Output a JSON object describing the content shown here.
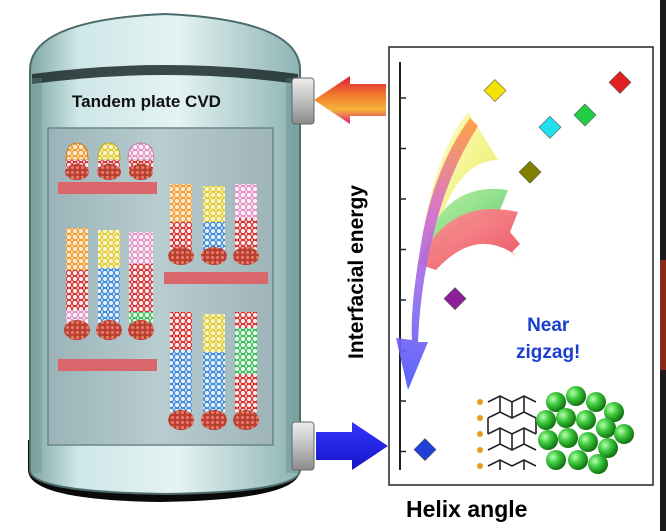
{
  "reactor": {
    "title": "Tandem plate CVD"
  },
  "plot": {
    "ylabel": "Interfacial energy",
    "xlabel": "Helix angle",
    "annotation_line1": "Near",
    "annotation_line2": "zigzag!",
    "y_ticks": 8,
    "points": [
      {
        "name": "point-blue",
        "color": "#1f3fd6",
        "x": 0.1,
        "y": 0.05
      },
      {
        "name": "point-purple",
        "color": "#8e1f9a",
        "x": 0.22,
        "y": 0.42
      },
      {
        "name": "point-olive",
        "color": "#808000",
        "x": 0.52,
        "y": 0.73
      },
      {
        "name": "point-cyan",
        "color": "#20e0f0",
        "x": 0.6,
        "y": 0.84
      },
      {
        "name": "point-green",
        "color": "#22cc44",
        "x": 0.74,
        "y": 0.87
      },
      {
        "name": "point-yellow",
        "color": "#f5e000",
        "x": 0.38,
        "y": 0.93
      },
      {
        "name": "point-red",
        "color": "#e02020",
        "x": 0.88,
        "y": 0.95
      }
    ]
  },
  "colors": {
    "vessel_body": "#c9e4e4",
    "vessel_shadow": "#000000",
    "inner_chamber": "#a9c1c5",
    "plate": "#d9666b",
    "inlet_arrow": "#1f1fe6",
    "outlet_arrow": "#f07b2a",
    "cnt_red": "#d42020",
    "cnt_blue": "#2a7fd6",
    "cnt_yellow": "#e8d21e",
    "cnt_orange": "#f0961e",
    "cnt_pink": "#e6a0cc",
    "cnt_green": "#35cc5a",
    "cap_red": "#cc4a3a",
    "cluster_green": "#1fa51f"
  }
}
